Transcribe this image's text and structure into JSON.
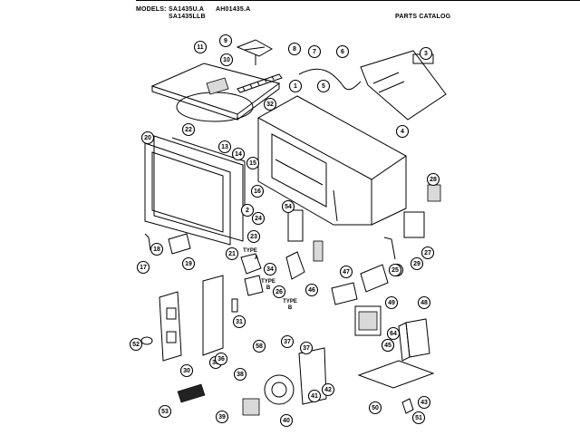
{
  "header": {
    "models_label": "MODELS:",
    "model_1": "SA1435U.A",
    "model_2": "AH01435.A",
    "model_3": "SA1435LLB",
    "catalog": "PARTS CATALOG"
  },
  "type_labels": [
    "TYPE",
    "A",
    "TYPE",
    "B",
    "TYPE",
    "B"
  ],
  "callouts": [
    "11",
    "9",
    "10",
    "8",
    "7",
    "6",
    "5",
    "32",
    "1",
    "22",
    "20",
    "13",
    "14",
    "15",
    "3",
    "4",
    "16",
    "2",
    "54",
    "24",
    "23",
    "25",
    "21",
    "28",
    "18",
    "17",
    "19",
    "34",
    "26",
    "33",
    "37",
    "47",
    "46",
    "25",
    "29",
    "27",
    "31",
    "49",
    "48",
    "64",
    "65",
    "50",
    "36",
    "38",
    "41",
    "40",
    "37",
    "39",
    "58",
    "53",
    "45",
    "42",
    "43",
    "51",
    "52",
    "30"
  ]
}
